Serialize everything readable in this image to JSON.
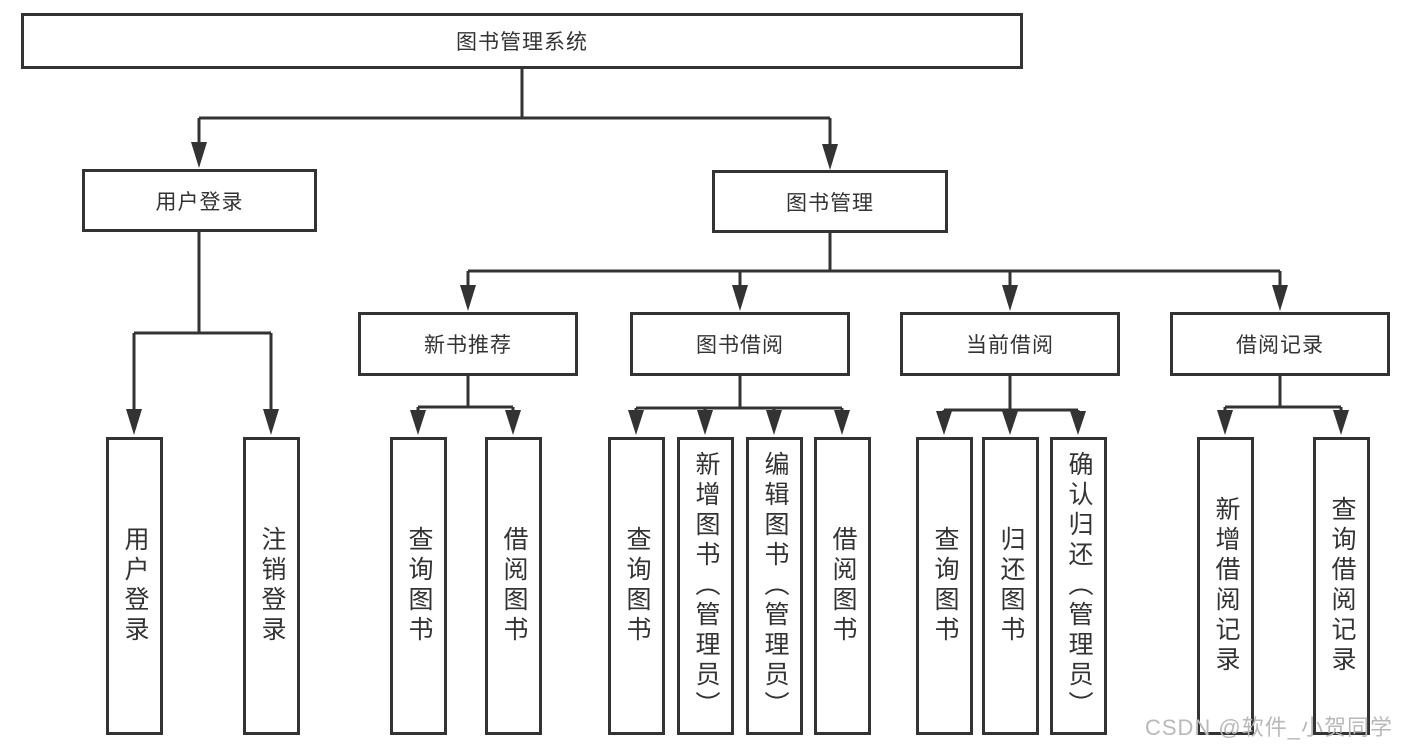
{
  "colors": {
    "line": "#333333",
    "text": "#333333",
    "background": "#ffffff",
    "watermark": "#b9b9b9"
  },
  "watermark": {
    "text": "CSDN @软件_小贺同学"
  },
  "tree": {
    "root": {
      "label": "图书管理系统",
      "children": [
        {
          "label": "用户登录",
          "children": [
            {
              "label": "用户登录"
            },
            {
              "label": "注销登录"
            }
          ]
        },
        {
          "label": "图书管理",
          "children": [
            {
              "label": "新书推荐",
              "children": [
                {
                  "label": "查询图书"
                },
                {
                  "label": "借阅图书"
                }
              ]
            },
            {
              "label": "图书借阅",
              "children": [
                {
                  "label": "查询图书"
                },
                {
                  "label": "新增图书（管理员）"
                },
                {
                  "label": "编辑图书（管理员）"
                },
                {
                  "label": "借阅图书"
                }
              ]
            },
            {
              "label": "当前借阅",
              "children": [
                {
                  "label": "查询图书"
                },
                {
                  "label": "归还图书"
                },
                {
                  "label": "确认归还（管理员）"
                }
              ]
            },
            {
              "label": "借阅记录",
              "children": [
                {
                  "label": "新增借阅记录"
                },
                {
                  "label": "查询借阅记录"
                }
              ]
            }
          ]
        }
      ]
    }
  }
}
